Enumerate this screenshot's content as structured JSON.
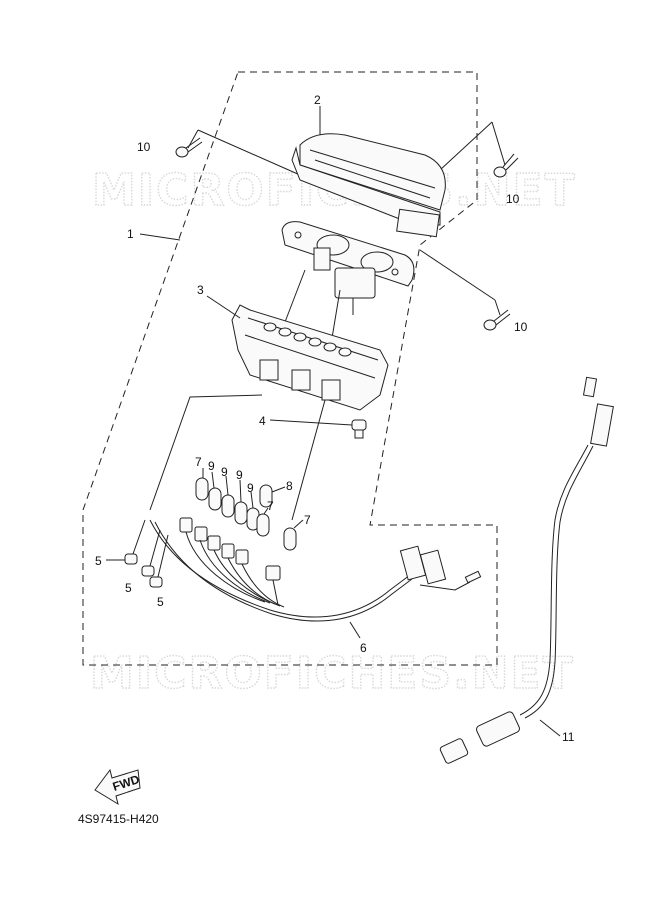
{
  "watermark": "MICROFICHES.NET",
  "diagram_code": "4S97415-H420",
  "fwd_label": "FWD",
  "callouts": [
    "1",
    "2",
    "3",
    "4",
    "5",
    "5",
    "5",
    "6",
    "7",
    "7",
    "7",
    "8",
    "9",
    "9",
    "9",
    "9",
    "10",
    "10",
    "10",
    "11"
  ]
}
